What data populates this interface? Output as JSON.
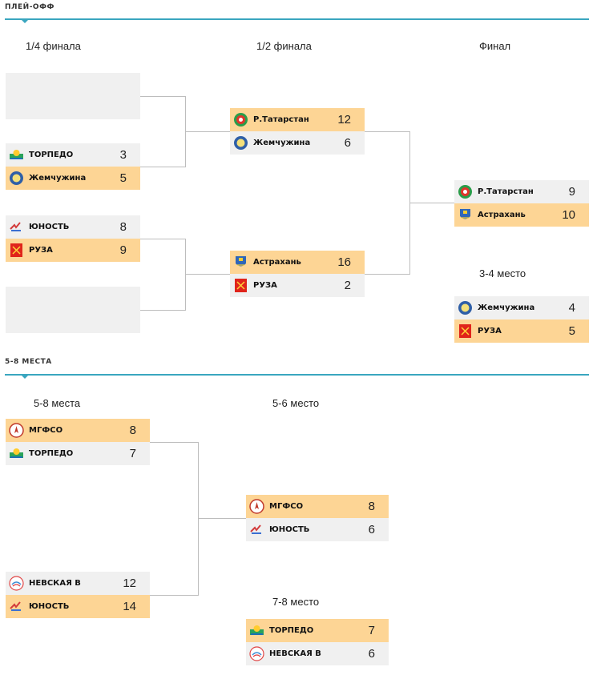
{
  "sections": {
    "playoff_title": "ПЛЕЙ-ОФФ",
    "places58_title": "5-8 МЕСТА"
  },
  "rounds": {
    "quarterfinal": "1/4 финала",
    "semifinal": "1/2 финала",
    "final": "Финал",
    "third_place": "3-4 место",
    "places58": "5-8 места",
    "places56": "5-6 место",
    "places78": "7-8 место"
  },
  "playoff": {
    "qf2": {
      "team1": {
        "name": "ТОРПЕДО",
        "score": "3"
      },
      "team2": {
        "name": "Жемчужина",
        "score": "5"
      }
    },
    "qf3": {
      "team1": {
        "name": "ЮНОСТЬ",
        "score": "8"
      },
      "team2": {
        "name": "РУЗА",
        "score": "9"
      }
    },
    "sf1": {
      "team1": {
        "name": "Р.Татарстан",
        "score": "12"
      },
      "team2": {
        "name": "Жемчужина",
        "score": "6"
      }
    },
    "sf2": {
      "team1": {
        "name": "Астрахань",
        "score": "16"
      },
      "team2": {
        "name": "РУЗА",
        "score": "2"
      }
    },
    "final": {
      "team1": {
        "name": "Р.Татарстан",
        "score": "9"
      },
      "team2": {
        "name": "Астрахань",
        "score": "10"
      }
    },
    "third": {
      "team1": {
        "name": "Жемчужина",
        "score": "4"
      },
      "team2": {
        "name": "РУЗА",
        "score": "5"
      }
    }
  },
  "places58": {
    "m1": {
      "team1": {
        "name": "МГФСО",
        "score": "8"
      },
      "team2": {
        "name": "ТОРПЕДО",
        "score": "7"
      }
    },
    "m2": {
      "team1": {
        "name": "НЕВСКАЯ В",
        "score": "12"
      },
      "team2": {
        "name": "ЮНОСТЬ",
        "score": "14"
      }
    },
    "m56": {
      "team1": {
        "name": "МГФСО",
        "score": "8"
      },
      "team2": {
        "name": "ЮНОСТЬ",
        "score": "6"
      }
    },
    "m78": {
      "team1": {
        "name": "ТОРПЕДО",
        "score": "7"
      },
      "team2": {
        "name": "НЕВСКАЯ В",
        "score": "6"
      }
    }
  },
  "colors": {
    "winner_bg": "#fdd595",
    "loser_bg": "#f0f0f0",
    "accent": "#3aa6bf"
  }
}
